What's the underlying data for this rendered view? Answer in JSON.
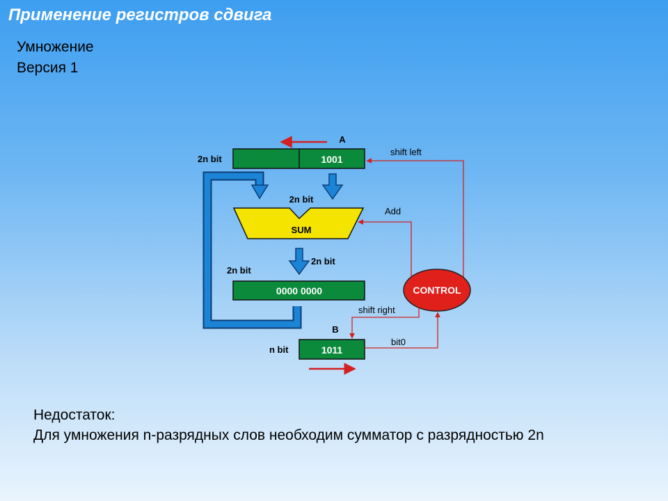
{
  "slide": {
    "title": "Применение регистров сдвига",
    "subtitle_line1": "Умножение",
    "subtitle_line2": "Версия 1",
    "drawback_heading": "Недостаток:",
    "drawback_text": "Для умножения n-разрядных слов необходим сумматор с разрядностью 2n"
  },
  "diagram": {
    "register_a": {
      "name": "A",
      "width_label": "2n bit",
      "value": "1001"
    },
    "adder": {
      "label": "SUM",
      "input_label": "2n bit",
      "output_label": "2n bit"
    },
    "result": {
      "width_label": "2n bit",
      "value": "0000 0000"
    },
    "register_b": {
      "name": "B",
      "width_label": "n bit",
      "value": "1011"
    },
    "control": {
      "label": "CONTROL"
    },
    "signals": {
      "shift_left": "shift left",
      "add": "Add",
      "shift_right": "shift right",
      "bit0": "bit0"
    },
    "colors": {
      "register": "#0c8a3c",
      "adder": "#f4e400",
      "control": "#e0201b",
      "datapath": "#1c84d6",
      "signal": "#d42020"
    }
  }
}
